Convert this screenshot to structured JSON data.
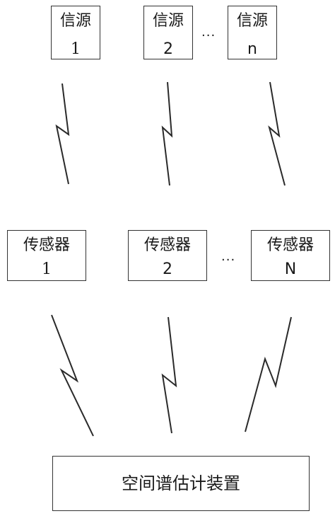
{
  "sources": [
    {
      "label": "信源",
      "index": "1"
    },
    {
      "label": "信源",
      "index": "2"
    },
    {
      "label": "信源",
      "index": "n"
    }
  ],
  "sources_ellipsis": "···",
  "sensors": [
    {
      "label": "传感器",
      "index": "1"
    },
    {
      "label": "传感器",
      "index": "2"
    },
    {
      "label": "传感器",
      "index": "N"
    }
  ],
  "sensors_ellipsis": "···",
  "estimator": {
    "label": "空间谱估计装置"
  },
  "colors": {
    "stroke": "#333333",
    "text": "#1a1a1a",
    "background": "#ffffff"
  },
  "connector_icon": "lightning-bolt"
}
